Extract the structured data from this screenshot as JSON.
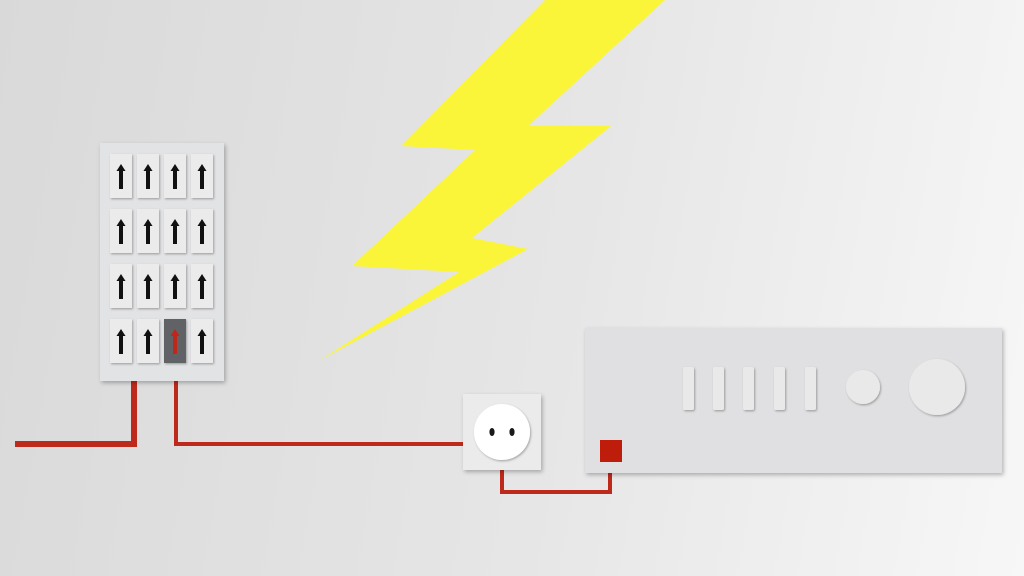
{
  "diagram": {
    "colors": {
      "background_start": "#d9d9d9",
      "background_end": "#f7f7f7",
      "panel_fill": "#e2e3e5",
      "breaker_fill": "#ebebeb",
      "breaker_lever": "#111111",
      "breaker_active_fill": "#606266",
      "breaker_active_lever": "#c0271a",
      "wire": "#bd2a1c",
      "lightning": "#fbf53a",
      "socket_frame": "#ebebeb",
      "socket_face": "#ffffff",
      "socket_holes": "#1a1a1a",
      "device_fill": "#e0e0e2",
      "device_control": "#e9e9e9",
      "device_indicator": "#bf1d0c"
    },
    "breaker_panel": {
      "rows": 4,
      "cols": 4,
      "active_breaker": {
        "row": 4,
        "col": 3
      }
    },
    "device": {
      "slider_count": 5,
      "knob_count": 2
    }
  }
}
